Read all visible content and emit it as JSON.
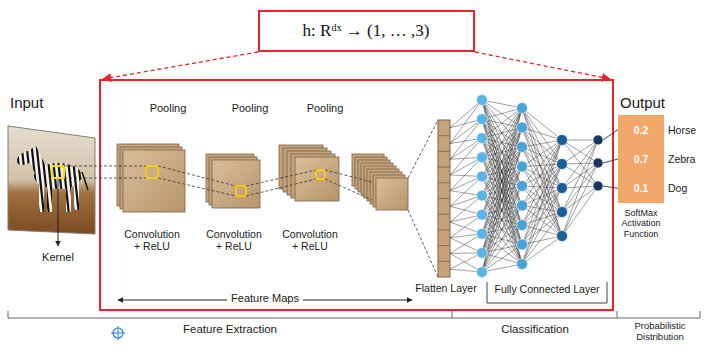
{
  "diagram": {
    "nodes": [
      {
        "text": [
          "h: Rᵈˣ → (1, … ,3)"
        ]
      },
      {
        "text": [
          "0.2",
          "0.7",
          "0.1"
        ]
      }
    ],
    "labels": [
      "Input",
      "Kernel",
      "Pooling",
      "Pooling",
      "Pooling",
      "Convolution + ReLU",
      "Convolution + ReLU",
      "Convolution + ReLU",
      "Feature Maps",
      "Flatten Layer",
      "Fully Connected Layer",
      "Output",
      "Horse",
      "Zebra",
      "Dog",
      "SoftMax Activation Function",
      "Feature Extraction",
      "Classification",
      "Probabilistic Distribution"
    ]
  }
}
